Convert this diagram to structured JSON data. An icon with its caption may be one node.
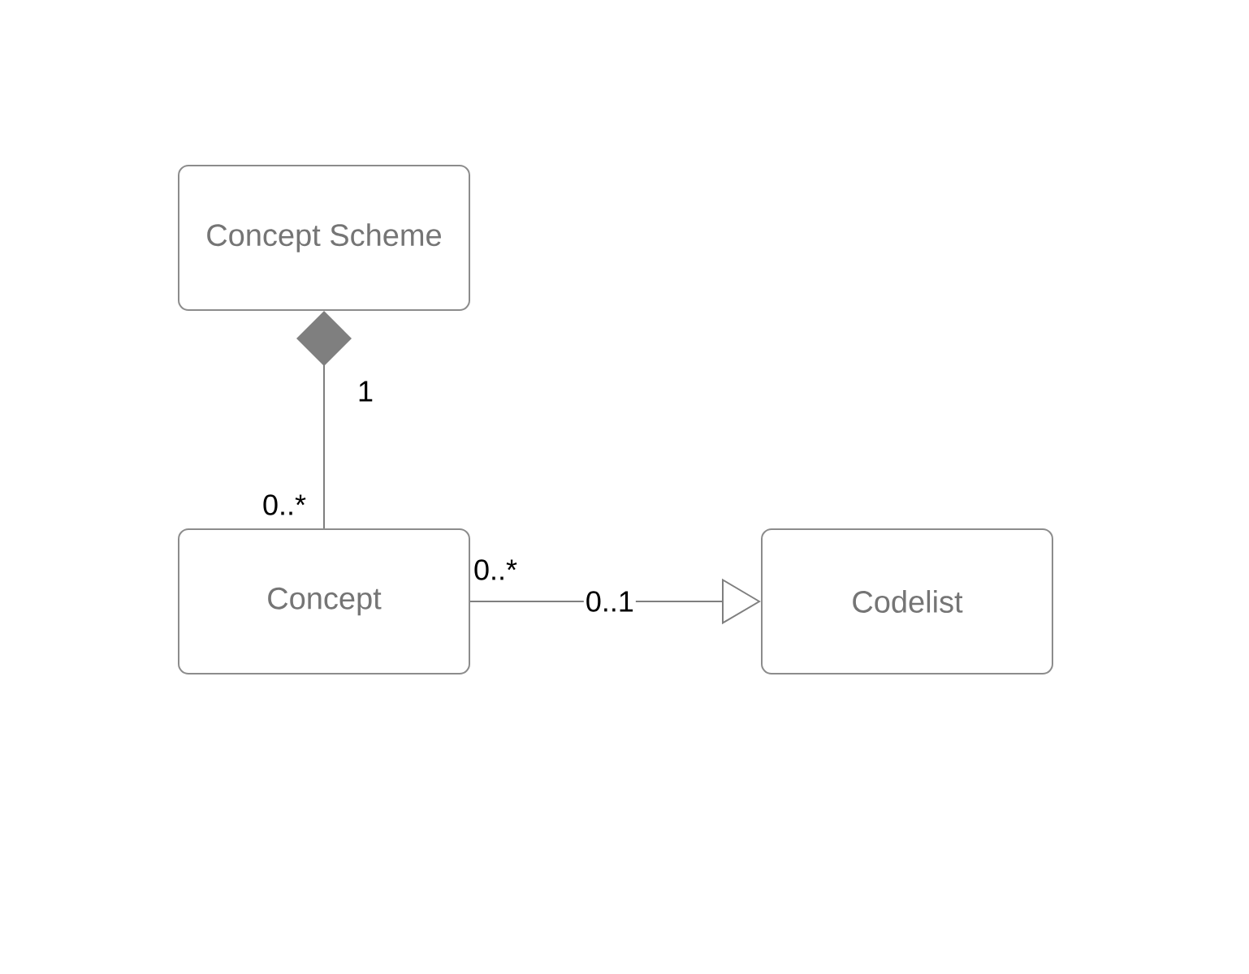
{
  "diagram": {
    "nodes": [
      {
        "text": [
          "Concept Scheme"
        ]
      },
      {
        "text": [
          "Concept"
        ]
      },
      {
        "text": [
          "Codelist"
        ]
      }
    ],
    "edges": [
      {
        "from": 1,
        "to": 0,
        "arrow": "other"
      },
      {
        "from": 1,
        "to": 2,
        "arrow": "to",
        "label": "0..1"
      }
    ],
    "labels": [
      "1",
      "0..*",
      "0..*"
    ]
  }
}
